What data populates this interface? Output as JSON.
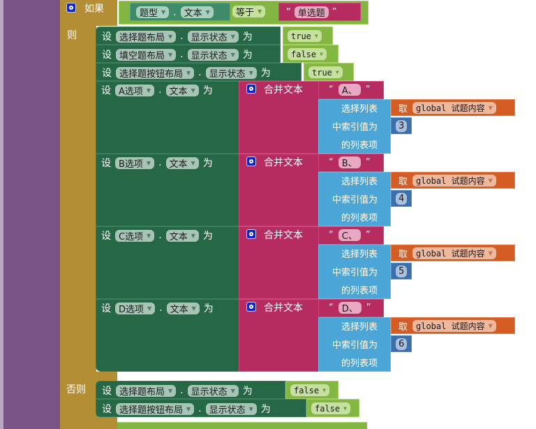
{
  "colors": {
    "sidebar": "#7a5386",
    "control": "#b38e34",
    "setter": "#266846",
    "text": "#b62c60",
    "list": "#4ba5d6",
    "variable": "#d35d25",
    "math": "#3d6fa9",
    "logic": "#84b642"
  },
  "if_block": {
    "if_label": "如果",
    "then_label": "则",
    "else_label": "否则",
    "condition": {
      "component": "题型",
      "property": "文本",
      "dot": ".",
      "operator": "等于",
      "string_value": "单选题",
      "open_quote": "“",
      "close_quote": "”"
    }
  },
  "then_statements": [
    {
      "set": "设",
      "component": "选择题布局",
      "dot": ".",
      "property": "显示状态",
      "to": "为",
      "value": "true"
    },
    {
      "set": "设",
      "component": "填空题布局",
      "dot": ".",
      "property": "显示状态",
      "to": "为",
      "value": "false"
    },
    {
      "set": "设",
      "component": "选择题按钮布局",
      "dot": ".",
      "property": "显示状态",
      "to": "为",
      "value": "true"
    }
  ],
  "option_statements": [
    {
      "set": "设",
      "component": "A选项",
      "dot": ".",
      "property": "文本",
      "to": "为",
      "join_label": "合并文本",
      "prefix": "A、",
      "select_line1": "选择列表",
      "select_line2": "中索引值为",
      "select_line3": "的列表项",
      "get_label": "取",
      "variable": "global 试题内容",
      "index": "3"
    },
    {
      "set": "设",
      "component": "B选项",
      "dot": ".",
      "property": "文本",
      "to": "为",
      "join_label": "合并文本",
      "prefix": "B、",
      "select_line1": "选择列表",
      "select_line2": "中索引值为",
      "select_line3": "的列表项",
      "get_label": "取",
      "variable": "global 试题内容",
      "index": "4"
    },
    {
      "set": "设",
      "component": "C选项",
      "dot": ".",
      "property": "文本",
      "to": "为",
      "join_label": "合并文本",
      "prefix": "C、",
      "select_line1": "选择列表",
      "select_line2": "中索引值为",
      "select_line3": "的列表项",
      "get_label": "取",
      "variable": "global 试题内容",
      "index": "5"
    },
    {
      "set": "设",
      "component": "D选项",
      "dot": ".",
      "property": "文本",
      "to": "为",
      "join_label": "合并文本",
      "prefix": "D、",
      "select_line1": "选择列表",
      "select_line2": "中索引值为",
      "select_line3": "的列表项",
      "get_label": "取",
      "variable": "global 试题内容",
      "index": "6"
    }
  ],
  "else_statements": [
    {
      "set": "设",
      "component": "选择题布局",
      "dot": ".",
      "property": "显示状态",
      "to": "为",
      "value": "false"
    },
    {
      "set": "设",
      "component": "选择题按钮布局",
      "dot": ".",
      "property": "显示状态",
      "to": "为",
      "value": "false"
    }
  ],
  "quotes": {
    "open": "“",
    "close": "”"
  },
  "caret": "▼"
}
